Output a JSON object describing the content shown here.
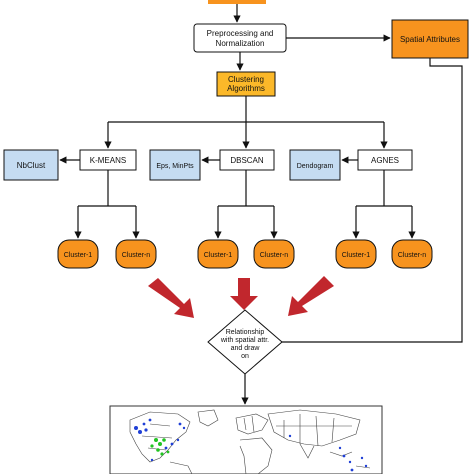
{
  "flowchart": {
    "preprocessing": {
      "line1": "Preprocessing and",
      "line2": "Normalization"
    },
    "spatial_attributes": "Spatial Attributes",
    "clustering": {
      "line1": "Clustering",
      "line2": "Algorithms"
    },
    "algorithms": [
      {
        "name": "K-MEANS",
        "param": "NbClust",
        "clusters": [
          "Cluster-1",
          "Cluster-n"
        ]
      },
      {
        "name": "DBSCAN",
        "param": "Eps, MinPts",
        "clusters": [
          "Cluster-1",
          "Cluster-n"
        ]
      },
      {
        "name": "AGNES",
        "param": "Dendogram",
        "clusters": [
          "Cluster-1",
          "Cluster-n"
        ]
      }
    ],
    "decision": {
      "line1": "Relationship",
      "line2": "with spatial attr.",
      "line3": "and draw",
      "line4": "on"
    }
  },
  "colors": {
    "white_box": "#ffffff",
    "orange": "#f7931e",
    "yellow": "#fbb829",
    "blue": "#c5dcf2",
    "arrow_red": "#c1272d",
    "map_land": "#ffffff",
    "map_ocean": "#ffffff",
    "map_points_blue": "#1f3fd6",
    "map_points_green": "#22c422"
  },
  "icons": [
    "red-down-arrow-icon"
  ]
}
